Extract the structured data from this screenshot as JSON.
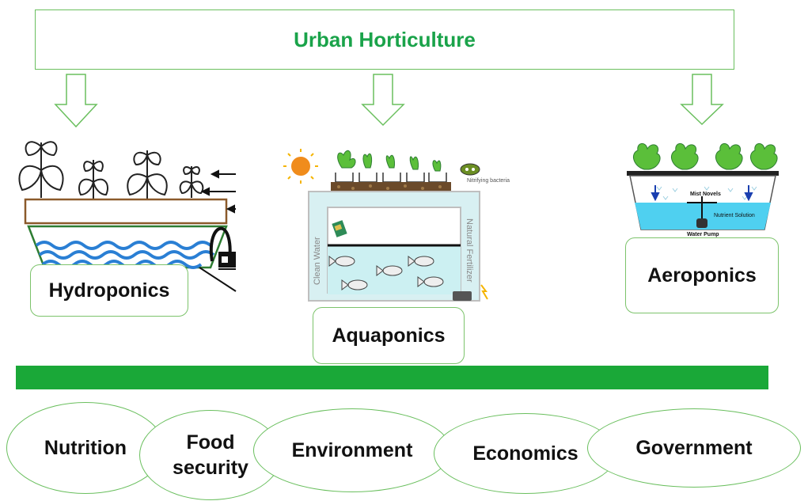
{
  "title": "Urban Horticulture",
  "systems": [
    {
      "label": "Hydroponics"
    },
    {
      "label": "Aquaponics",
      "annotations": {
        "left": "Clean Water",
        "right": "Natural Fertilizer",
        "nitrifying": "Nitrifying bacteria"
      }
    },
    {
      "label": "Aeroponics",
      "annotations": {
        "mist": "Mist Novels",
        "solution": "Nutrient Solution",
        "pump": "Water Pump"
      }
    }
  ],
  "factors": [
    {
      "line1": "Nutrition"
    },
    {
      "line1": "Food",
      "line2": "security"
    },
    {
      "line1": "Environment"
    },
    {
      "line1": "Economics"
    },
    {
      "line1": "Government"
    }
  ],
  "colors": {
    "accent": "#1aa838",
    "outline": "#6abf5e",
    "water": "#2a7fd4"
  }
}
